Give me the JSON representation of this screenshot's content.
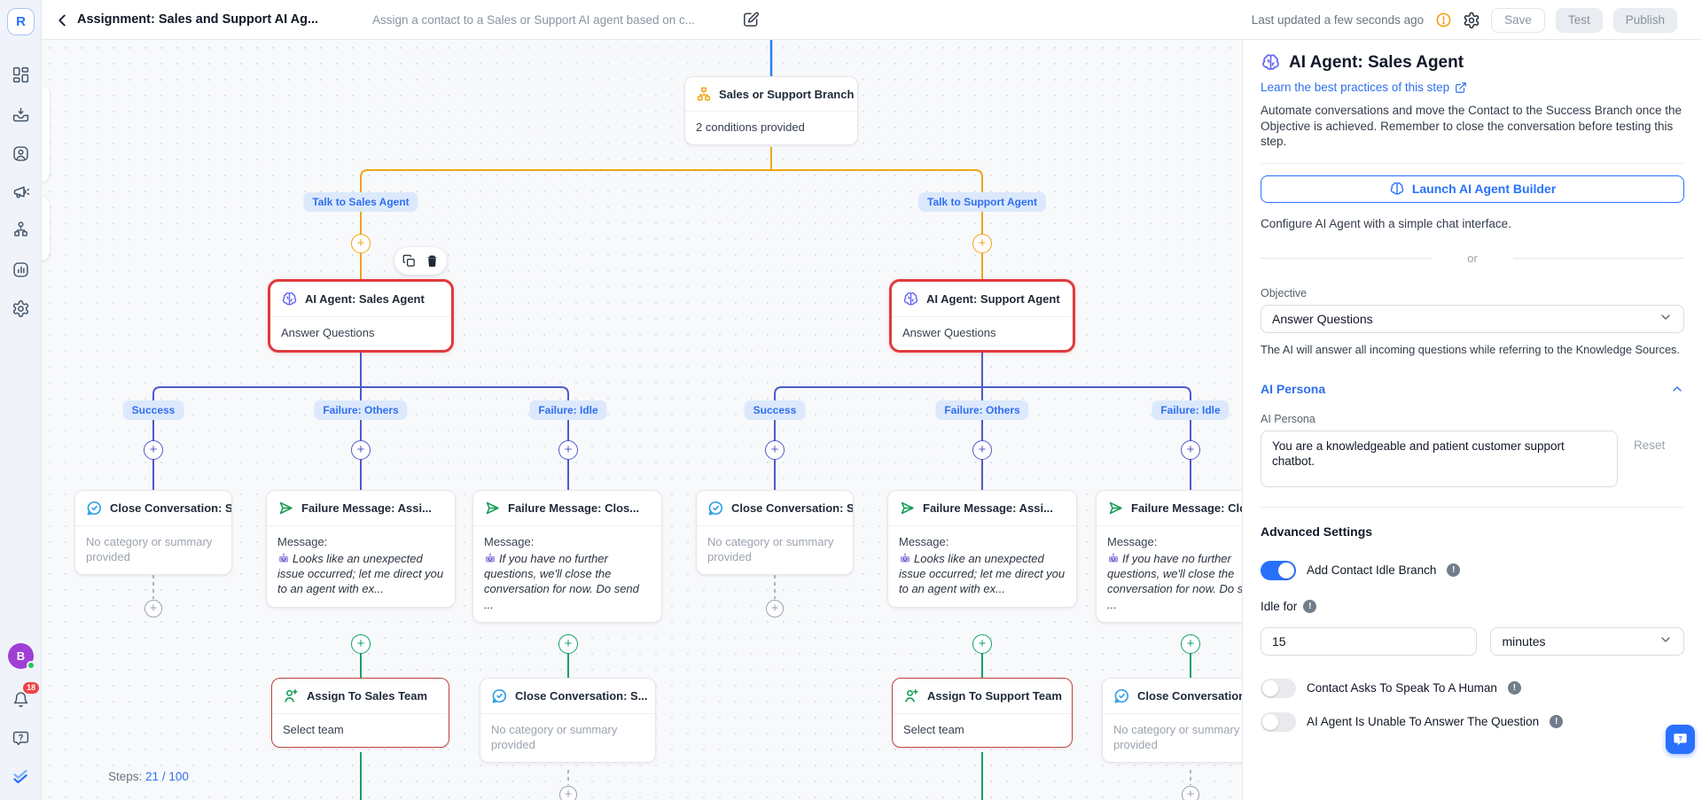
{
  "colors": {
    "accent_blue": "#2970FF",
    "link_blue": "#2F6FED",
    "amber": "#F0A516",
    "indigo": "#4F5BC4",
    "green": "#10A06A",
    "close_blue": "#2C9FE5",
    "selected_red": "#E0393D",
    "error_red": "#C0443C",
    "brain_purple": "#6366F1",
    "warning_orange": "#F59E0B"
  },
  "header": {
    "logo_letter": "R",
    "title": "Assignment: Sales and Support AI Ag...",
    "subtitle": "Assign a contact to a Sales or Support AI agent based on c...",
    "last_updated": "Last updated a few seconds ago",
    "save_label": "Save",
    "test_label": "Test",
    "publish_label": "Publish"
  },
  "sidebar": {
    "avatar_initial": "B",
    "notification_count": "18",
    "icons": [
      "dashboard-icon",
      "inbox-icon",
      "contacts-icon",
      "broadcast-icon",
      "workflows-icon",
      "reports-icon",
      "settings-icon",
      "avatar",
      "notifications-bell-icon",
      "help-icon",
      "brand-logo-icon"
    ]
  },
  "canvas": {
    "trigger": {
      "title": "Sales or Support Branch",
      "body": "2 conditions provided"
    },
    "branch_pills": [
      "Talk to Sales Agent",
      "Talk to Support Agent"
    ],
    "outcome_pills": [
      "Success",
      "Failure: Others",
      "Failure: Idle",
      "Success",
      "Failure: Others",
      "Failure: Idle"
    ],
    "agent_sales": {
      "title": "AI Agent: Sales Agent",
      "body": "Answer Questions"
    },
    "agent_support": {
      "title": "AI Agent: Support Agent",
      "body": "Answer Questions"
    },
    "close_node": {
      "title": "Close Conversation: S...",
      "body": "No category or summary provided"
    },
    "failure_assign": {
      "title": "Failure Message: Assi...",
      "label": "Message:",
      "text": "Looks like an unexpected issue occurred; let me direct you to an agent with ex..."
    },
    "failure_close": {
      "title": "Failure Message: Clos...",
      "label": "Message:",
      "text": "If you have no further questions, we'll close the conversation for now. Do send ..."
    },
    "assign_sales": {
      "title": "Assign To Sales Team",
      "body": "Select team"
    },
    "assign_support": {
      "title": "Assign To Support Team",
      "body": "Select team"
    },
    "steps_label": "Steps:",
    "steps_value": "21 / 100"
  },
  "panel": {
    "title": "AI Agent: Sales Agent",
    "link": "Learn the best practices of this step",
    "description": "Automate conversations and move the Contact to the Success Branch once the Objective is achieved. Remember to close the conversation before testing this step.",
    "launch_button": "Launch AI Agent Builder",
    "launch_caption": "Configure AI Agent with a simple chat interface.",
    "or_divider": "or",
    "objective_label": "Objective",
    "objective_value": "Answer Questions",
    "objective_help": "The AI will answer all incoming questions while referring to the Knowledge Sources.",
    "persona_section": "AI Persona",
    "persona_label": "AI Persona",
    "persona_value": "You are a knowledgeable and patient customer support chatbot.",
    "reset_label": "Reset",
    "advanced_label": "Advanced Settings",
    "idle_branch_toggle": "Add Contact Idle Branch",
    "idle_for_label": "Idle for",
    "idle_value": "15",
    "idle_unit": "minutes",
    "human_toggle": "Contact Asks To Speak To A Human",
    "unable_toggle": "AI Agent Is Unable To Answer The Question"
  },
  "chat_widget": {
    "glyph": "?"
  }
}
